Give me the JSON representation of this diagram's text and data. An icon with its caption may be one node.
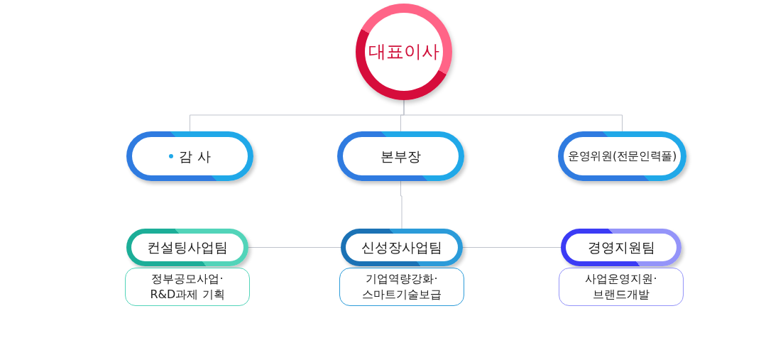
{
  "diagram": {
    "nodes": [
      {
        "text": [
          "대표이사"
        ]
      },
      {
        "text": [
          "감 사"
        ]
      },
      {
        "text": [
          "본부장"
        ]
      },
      {
        "text": [
          "운영위원(전문인력풀)"
        ]
      },
      {
        "text": [
          "컨설팅사업팀"
        ]
      },
      {
        "text": [
          "정부공모사업· R&D과제 기획"
        ]
      },
      {
        "text": [
          "신성장사업팀"
        ]
      },
      {
        "text": [
          "기업역량강화· 스마트기술보급"
        ]
      },
      {
        "text": [
          "경영지원팀"
        ]
      },
      {
        "text": [
          "사업운영지원· 브랜드개발"
        ]
      }
    ],
    "edges": [
      {
        "from": 0,
        "to": 1,
        "arrow": "none"
      },
      {
        "from": 0,
        "to": 2,
        "arrow": "none"
      },
      {
        "from": 0,
        "to": 3,
        "arrow": "none"
      },
      {
        "from": 2,
        "to": 6,
        "arrow": "none"
      },
      {
        "from": 6,
        "to": 4,
        "arrow": "none"
      },
      {
        "from": 6,
        "to": 8,
        "arrow": "none"
      }
    ]
  }
}
